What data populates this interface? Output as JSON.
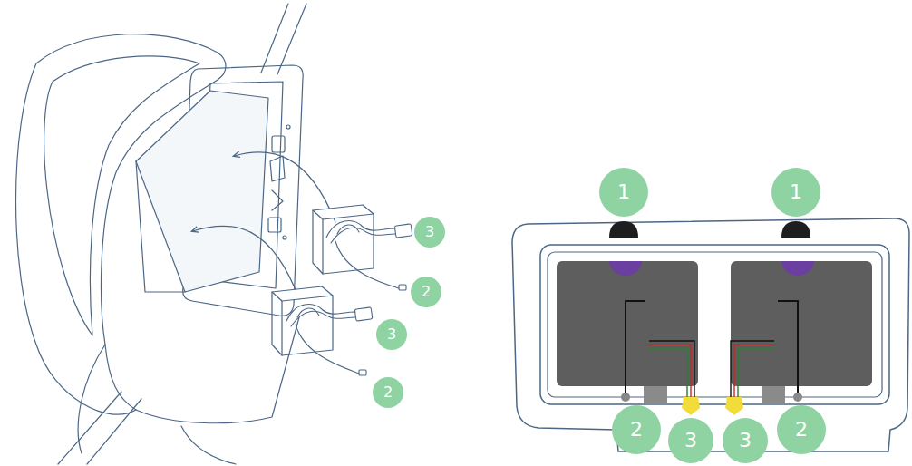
{
  "diagram": {
    "labels": [
      "3",
      "2",
      "3",
      "2",
      "1",
      "1",
      "2",
      "3",
      "3",
      "2"
    ]
  }
}
